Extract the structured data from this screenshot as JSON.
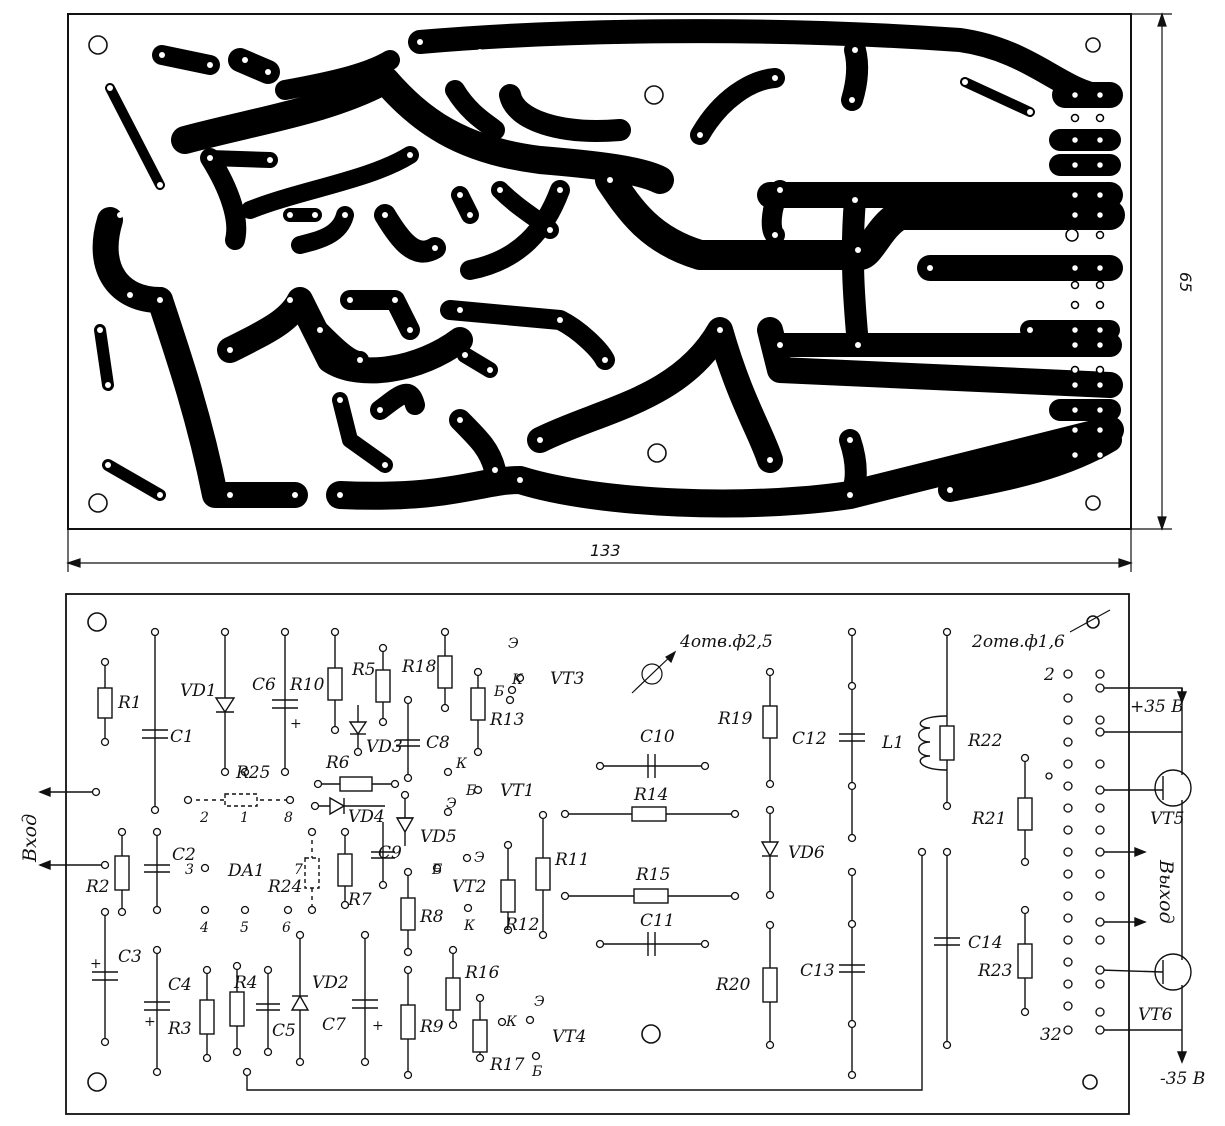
{
  "dimensions": {
    "width": "133",
    "height": "65"
  },
  "board_notes": {
    "mount_holes": "4отв.ф2,5",
    "small_holes": "2отв.ф1,6"
  },
  "connector": {
    "pin_top": "2",
    "pin_bottom": "32"
  },
  "supply": {
    "positive": "+35 В",
    "negative": "-35 В"
  },
  "io": {
    "input": "Вход",
    "output": "Выход"
  },
  "components": {
    "R1": "R1",
    "R2": "R2",
    "R3": "R3",
    "R4": "R4",
    "R5": "R5",
    "R6": "R6",
    "R7": "R7",
    "R8": "R8",
    "R9": "R9",
    "R10": "R10",
    "R11": "R11",
    "R12": "R12",
    "R13": "R13",
    "R14": "R14",
    "R15": "R15",
    "R16": "R16",
    "R17": "R17",
    "R18": "R18",
    "R19": "R19",
    "R20": "R20",
    "R21": "R21",
    "R22": "R22",
    "R23": "R23",
    "R24": "R24",
    "R25": "R25",
    "C1": "C1",
    "C2": "C2",
    "C3": "C3",
    "C4": "C4",
    "C5": "C5",
    "C6": "C6",
    "C7": "C7",
    "C8": "C8",
    "C9": "C9",
    "C10": "C10",
    "C11": "C11",
    "C12": "C12",
    "C13": "C13",
    "C14": "C14",
    "VD1": "VD1",
    "VD2": "VD2",
    "VD3": "VD3",
    "VD4": "VD4",
    "VD5": "VD5",
    "VD6": "VD6",
    "VT1": "VT1",
    "VT2": "VT2",
    "VT3": "VT3",
    "VT4": "VT4",
    "VT5": "VT5",
    "VT6": "VT6",
    "DA1": "DA1",
    "L1": "L1"
  },
  "pin_labels": {
    "da1_p1": "1",
    "da1_p2": "2",
    "da1_p3": "3",
    "da1_p4": "4",
    "da1_p5": "5",
    "da1_p6": "6",
    "da1_p7": "7",
    "da1_p8": "8",
    "vt3_e": "Э",
    "vt3_b": "Б",
    "vt3_k": "К",
    "vt1_k": "К",
    "vt1_b": "Б",
    "vt1_e": "Э",
    "vt2_b": "Б",
    "vt2_e": "Э",
    "vt2_k": "К",
    "vt4_k": "К",
    "vt4_e": "Э",
    "vt4_b": "Б"
  },
  "polarity": {
    "plus": "+"
  }
}
